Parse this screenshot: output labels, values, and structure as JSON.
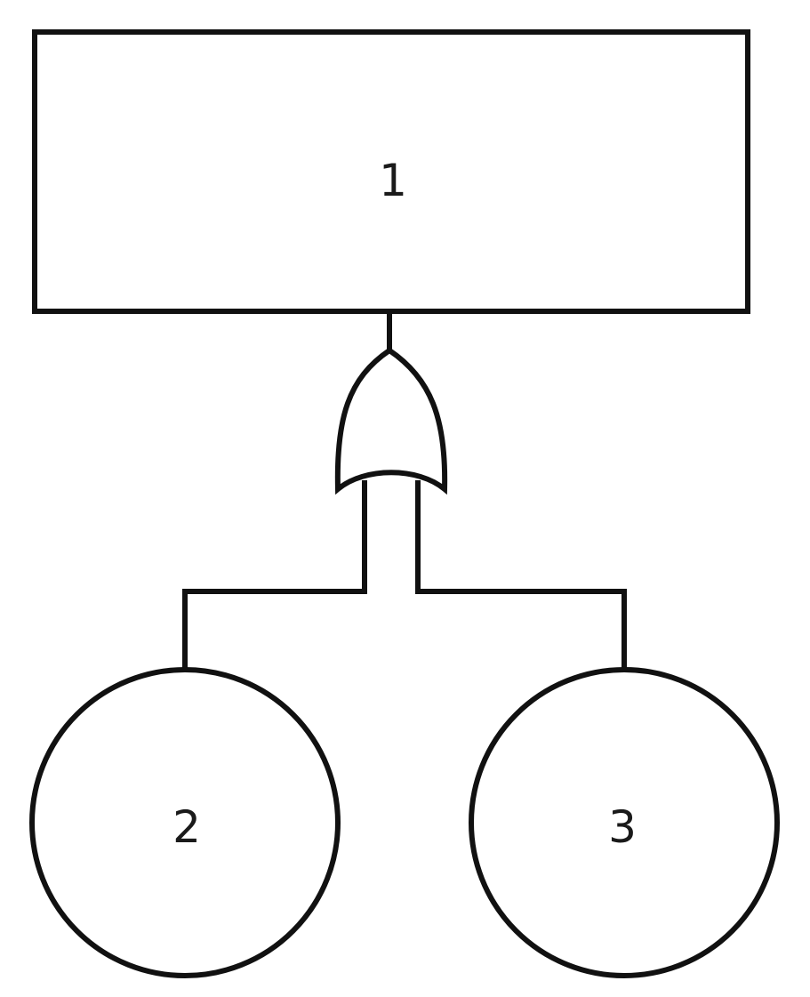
{
  "diagram": {
    "top_event": {
      "label": "1"
    },
    "gate": {
      "type": "OR"
    },
    "basic_events": [
      {
        "label": "2"
      },
      {
        "label": "3"
      }
    ]
  }
}
